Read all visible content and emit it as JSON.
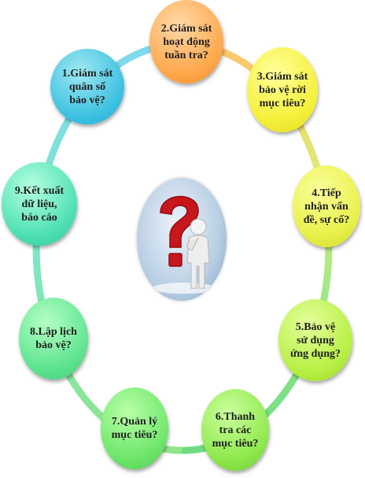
{
  "items": [
    {
      "label": "1.Giám sát quân số bảo vệ?"
    },
    {
      "label": "2.Giám sát hoạt động tuần tra?"
    },
    {
      "label": "3.Giám sát bảo vệ rời mục tiêu?"
    },
    {
      "label": "4.Tiếp nhận vấn đề, sự cố?"
    },
    {
      "label": "5.Bảo vệ sử dụng ứng dụng?"
    },
    {
      "label": "6.Thanh tra các mục tiêu?"
    },
    {
      "label": "7.Quản lý mục tiêu?"
    },
    {
      "label": "8.Lập lịch bảo vệ?"
    },
    {
      "label": "9.Kết xuất dữ liệu, báo cáo"
    }
  ],
  "center": {
    "icon": "question-person-icon"
  }
}
